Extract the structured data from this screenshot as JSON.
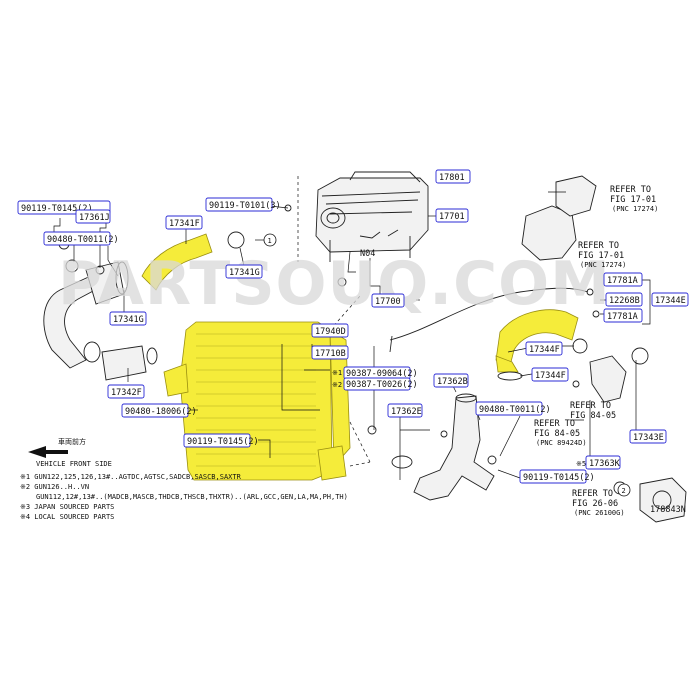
{
  "watermark": "PARTSOUQ.COM",
  "diagram_id": "178843N",
  "labels": {
    "l_90119_T0145_top": "90119-T0145(2)",
    "l_17361J": "17361J",
    "l_90480_T0011_top": "90480-T0011(2)",
    "l_17341F": "17341F",
    "l_90119_T0101": "90119-T0101(3)",
    "l_17341G_a": "17341G",
    "l_17341G_b": "17341G",
    "l_17801": "17801",
    "l_17701": "17701",
    "l_N04": "N04",
    "l_17700": "17700",
    "l_17342F": "17342F",
    "l_90480_18006": "90480-18006(2)",
    "l_17940D": "17940D",
    "l_17710B": "17710B",
    "l_90387_09064": "90387-09064(2)",
    "l_90387_T0026": "90387-T0026(2)",
    "l_90119_T0145_mid": "90119-T0145(2)",
    "l_17362B": "17362B",
    "l_17362E": "17362E",
    "l_90480_T0011_mid": "90480-T0011(2)",
    "l_90119_T0145_bot": "90119-T0145(2)",
    "l_17781A_a": "17781A",
    "l_12268B": "12268B",
    "l_17781A_b": "17781A",
    "l_17344E": "17344E",
    "l_17344F_a": "17344F",
    "l_17344F_b": "17344F",
    "l_17343E": "17343E",
    "l_17363K": "17363K"
  },
  "refs": {
    "ref1_line1": "REFER TO",
    "ref1_line2": "FIG 17-01",
    "ref1_line3": "(PNC 17274)",
    "ref2_line1": "REFER TO",
    "ref2_line2": "FIG 17-01",
    "ref2_line3": "(PNC 17274)",
    "ref3_line1": "REFER TO",
    "ref3_line2": "FIG 84-05",
    "ref4_line1": "REFER TO",
    "ref4_line2": "FIG 84-05",
    "ref4_line3": "(PNC 89424D)",
    "ref5_line1": "REFER TO",
    "ref5_line2": "FIG 26-06",
    "ref5_line3": "(PNC 26100G)"
  },
  "markers": {
    "m1": "※1",
    "m2": "※2",
    "m5": "※5",
    "circle1": "1",
    "circle2": "2"
  },
  "front": {
    "japanese": "車両前方",
    "english": "VEHICLE FRONT SIDE"
  },
  "notes": [
    "※1 GUN122,125,126,13#..AGTDC,AGTSC,SADCB,SASCB,SAXTR",
    "※2 GUN126..H..VN",
    "GUN112,12#,13#..(MADCB,MASCB,THDCB,THSCB,THXTR)..(ARL,GCC,GEN,LA,MA,PH,TH)",
    "※3 JAPAN SOURCED PARTS",
    "※4 LOCAL SOURCED PARTS"
  ],
  "colors": {
    "highlight": "#f5ec3a",
    "label_border": "#2b2bd6",
    "line": "#111111"
  }
}
